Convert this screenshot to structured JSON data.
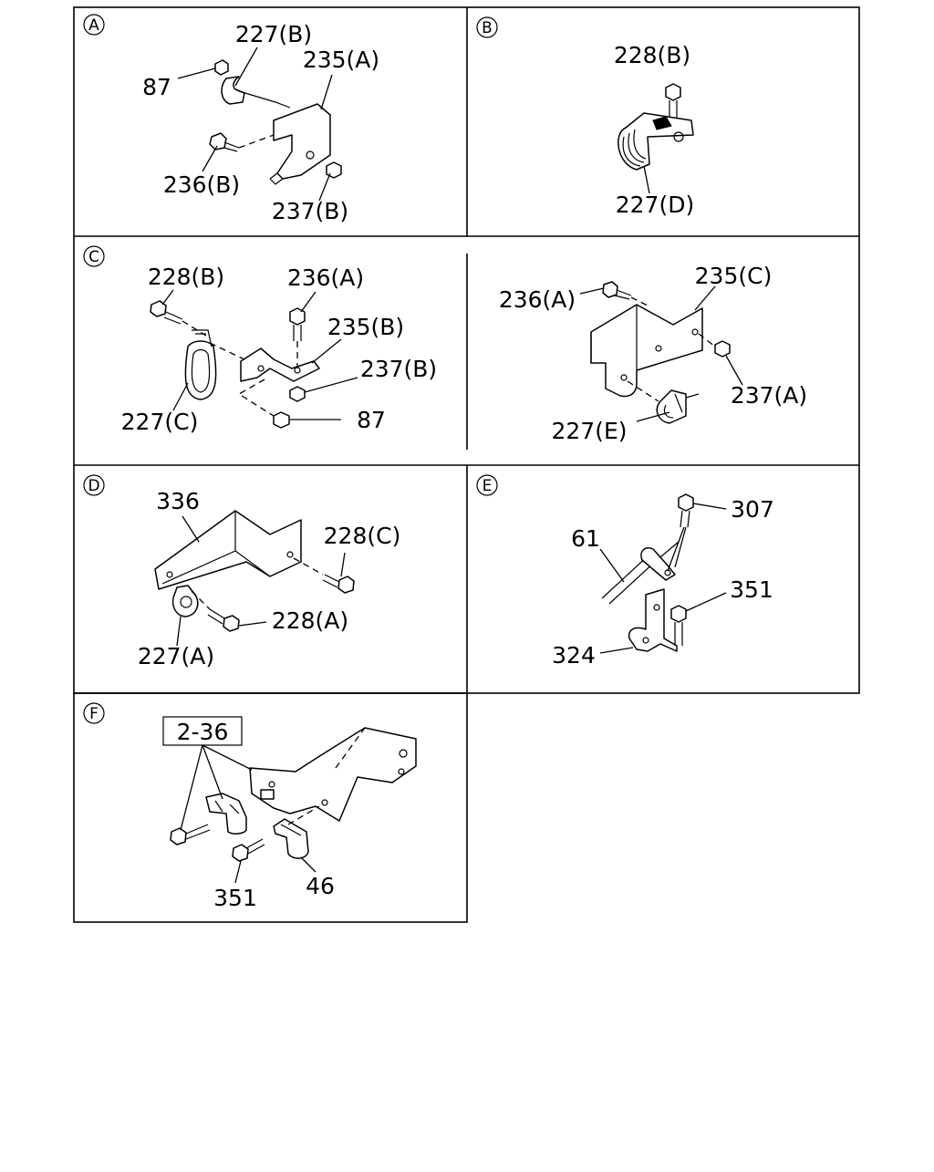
{
  "panels": {
    "A": {
      "letter": "A",
      "labels": {
        "p87": "87",
        "p227B": "227(B)",
        "p235A": "235(A)",
        "p236B": "236(B)",
        "p237B": "237(B)"
      }
    },
    "B": {
      "letter": "B",
      "labels": {
        "p228B": "228(B)",
        "p227D": "227(D)"
      }
    },
    "C": {
      "letter": "C",
      "labels": {
        "p228B": "228(B)",
        "p236A": "236(A)",
        "p235B": "235(B)",
        "p237B": "237(B)",
        "p227C": "227(C)",
        "p87": "87",
        "p236A_r": "236(A)",
        "p235C": "235(C)",
        "p237A": "237(A)",
        "p227E": "227(E)"
      }
    },
    "D": {
      "letter": "D",
      "labels": {
        "p336": "336",
        "p228C": "228(C)",
        "p228A": "228(A)",
        "p227A": "227(A)"
      }
    },
    "E": {
      "letter": "E",
      "labels": {
        "p307": "307",
        "p61": "61",
        "p351": "351",
        "p324": "324"
      }
    },
    "F": {
      "letter": "F",
      "labels": {
        "ref236": "2-36",
        "p351": "351",
        "p46": "46"
      }
    }
  }
}
